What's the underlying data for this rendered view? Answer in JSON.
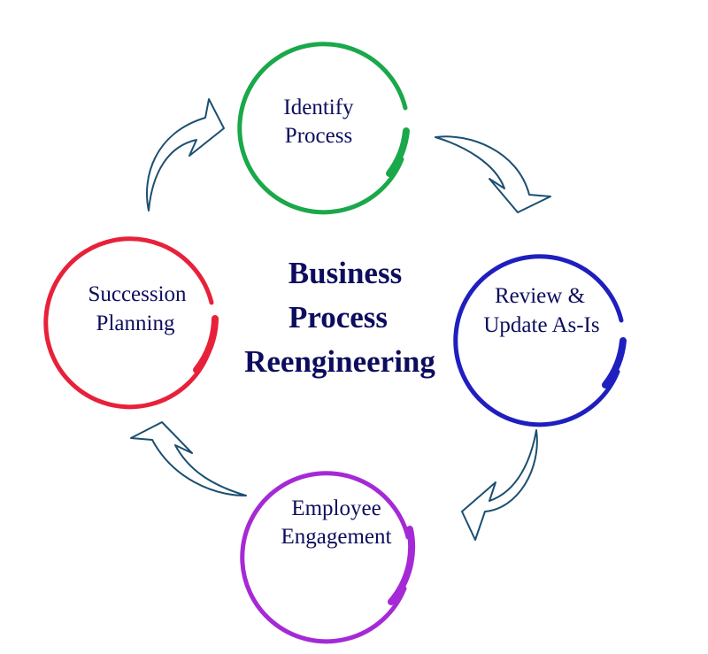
{
  "title": {
    "lines": [
      "Business",
      "Process",
      "Reengineering"
    ]
  },
  "nodes": [
    {
      "id": "identify",
      "lines": [
        "Identify",
        "Process"
      ],
      "color": "#1aa84a"
    },
    {
      "id": "review",
      "lines": [
        "Review &",
        "Update As-Is"
      ],
      "color": "#1f1fbf"
    },
    {
      "id": "engagement",
      "lines": [
        "Employee",
        "Engagement"
      ],
      "color": "#a52ad6"
    },
    {
      "id": "succession",
      "lines": [
        "Succession",
        "Planning"
      ],
      "color": "#e8213a"
    }
  ],
  "arrow_color": "#1b4f72",
  "flow": [
    "identify",
    "review",
    "engagement",
    "succession",
    "identify"
  ]
}
